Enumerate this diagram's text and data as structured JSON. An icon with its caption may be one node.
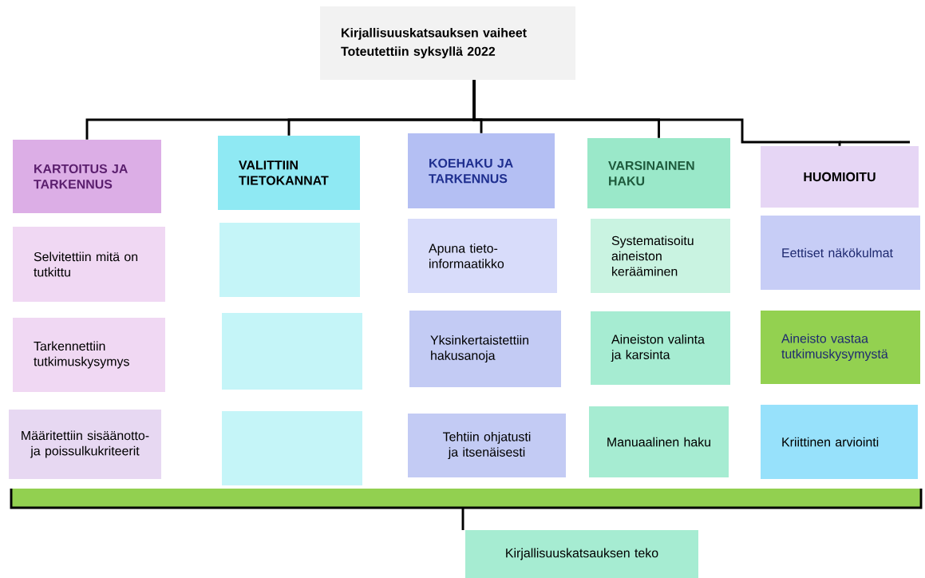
{
  "diagram": {
    "nodes": [
      {
        "text": [
          "Kirjallisuuskatsauksen vaiheet",
          "Toteutettiin syksyllä 2022"
        ]
      },
      {
        "text": [
          "KARTOITUS JA TARKENNUS"
        ]
      },
      {
        "text": [
          "VALITTIIN TIETOKANNAT"
        ]
      },
      {
        "text": [
          "KOEHAKU JA TARKENNUS"
        ]
      },
      {
        "text": [
          "VARSINAINEN HAKU"
        ]
      },
      {
        "text": [
          "HUOMIOITU"
        ]
      },
      {
        "text": [
          "Selvitettiin mitä on tutkittu"
        ]
      },
      {
        "text": [],
        "shape": "box"
      },
      {
        "text": [
          "Apuna tieto-informaatikko"
        ]
      },
      {
        "text": [
          "Systematisoitu aineiston kerääminen"
        ]
      },
      {
        "text": [
          "Eettiset näkökulmat"
        ]
      },
      {
        "text": [
          "Tarkennettiin tutkimuskysymys"
        ]
      },
      {
        "text": [],
        "shape": "box"
      },
      {
        "text": [
          "Yksinkertaistettiin hakusanoja"
        ]
      },
      {
        "text": [
          "Aineiston valinta ja karsinta"
        ]
      },
      {
        "text": [
          "Aineisto vastaa tutkimuskysymystä"
        ]
      },
      {
        "text": [
          "Määritettiin sisäänotto- ja poissulkukriteerit"
        ]
      },
      {
        "text": [],
        "shape": "box"
      },
      {
        "text": [
          "Tehtiin ohjatusti ja itsenäisesti"
        ]
      },
      {
        "text": [
          "Manuaalinen haku"
        ]
      },
      {
        "text": [
          "Kriittinen arviointi"
        ]
      },
      {
        "text": [],
        "shape": "bar"
      },
      {
        "text": [
          "Kirjallisuuskatsauksen teko"
        ]
      }
    ],
    "edges": [
      {
        "from": 0,
        "to": 1,
        "arrow": "none"
      },
      {
        "from": 0,
        "to": 2,
        "arrow": "none"
      },
      {
        "from": 0,
        "to": 3,
        "arrow": "none"
      },
      {
        "from": 0,
        "to": 4,
        "arrow": "none"
      },
      {
        "from": 0,
        "to": 5,
        "arrow": "none"
      },
      {
        "from": 21,
        "to": 22,
        "arrow": "none"
      }
    ]
  }
}
